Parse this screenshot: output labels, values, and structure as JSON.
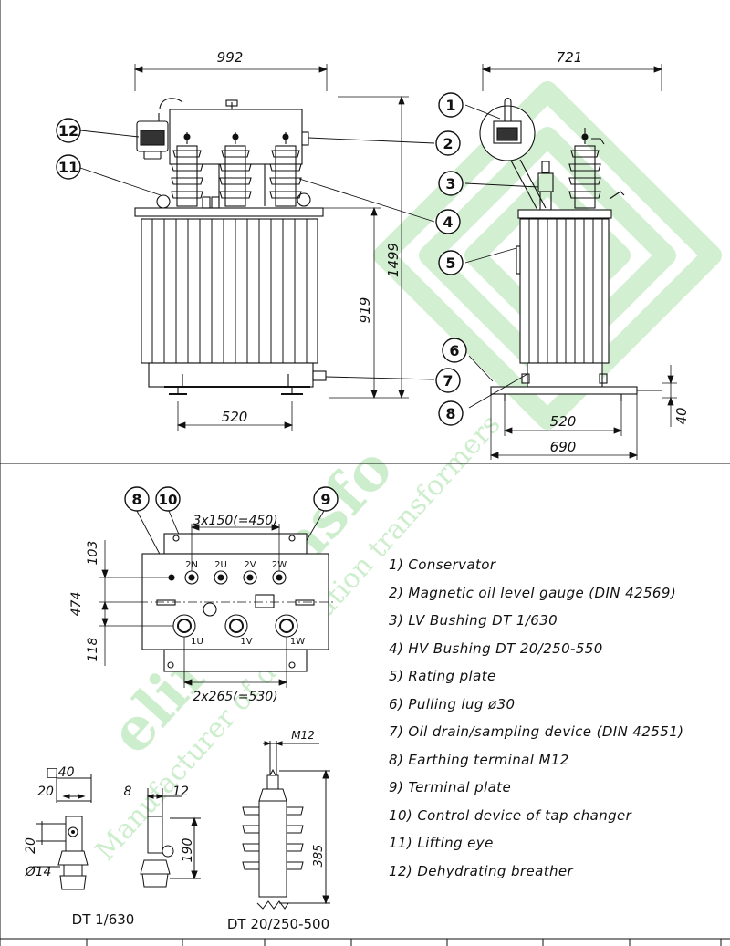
{
  "dimensions": {
    "front_width": "992",
    "side_width": "721",
    "total_height": "1499",
    "tank_height": "919",
    "front_wheel_base": "520",
    "side_wheel_base": "520",
    "side_base_width": "690",
    "wheel_height": "40",
    "bushing_spacing": "3x150(=450)",
    "hv_spacing": "2x265(=530)",
    "top_offset": "103",
    "plate_height": "474",
    "bottom_offset": "118",
    "lv_square": "□40",
    "lv_width": "20",
    "lv_offset": "20",
    "lv_diameter": "Ø14",
    "hv_thread": "M12",
    "hv_height": "385",
    "hv_width_left": "8",
    "hv_width_right": "12",
    "hv_h": "190"
  },
  "terminal_labels": {
    "low": [
      "2N",
      "2U",
      "2V",
      "2W"
    ],
    "high": [
      "1U",
      "1V",
      "1W"
    ]
  },
  "callouts": [
    "1",
    "2",
    "3",
    "4",
    "5",
    "6",
    "7",
    "8",
    "8",
    "9",
    "10",
    "11",
    "12"
  ],
  "captions": {
    "lv_bushing": "DT 1/630",
    "hv_bushing": "DT 20/250-500"
  },
  "legend": [
    {
      "num": "1)",
      "text": "Conservator"
    },
    {
      "num": "2)",
      "text": "Magnetic oil level gauge (DIN 42569)"
    },
    {
      "num": "3)",
      "text": "LV Bushing DT 1/630"
    },
    {
      "num": "4)",
      "text": "HV Bushing DT 20/250-550"
    },
    {
      "num": "5)",
      "text": "Rating plate"
    },
    {
      "num": "6)",
      "text": "Pulling lug ø30"
    },
    {
      "num": "7)",
      "text": "Oil drain/sampling device (DIN 42551)"
    },
    {
      "num": "8)",
      "text": "Earthing terminal M12"
    },
    {
      "num": "9)",
      "text": "Terminal plate"
    },
    {
      "num": "10)",
      "text": "Control device of tap changer"
    },
    {
      "num": "11)",
      "text": "Lifting eye"
    },
    {
      "num": "12)",
      "text": "Dehydrating breather"
    }
  ],
  "watermark": {
    "brand": "elirotransfo",
    "tagline": "Manufacturer of distribution transformers"
  },
  "colors": {
    "line": "#111111",
    "watermark": "#c8ecc8"
  }
}
